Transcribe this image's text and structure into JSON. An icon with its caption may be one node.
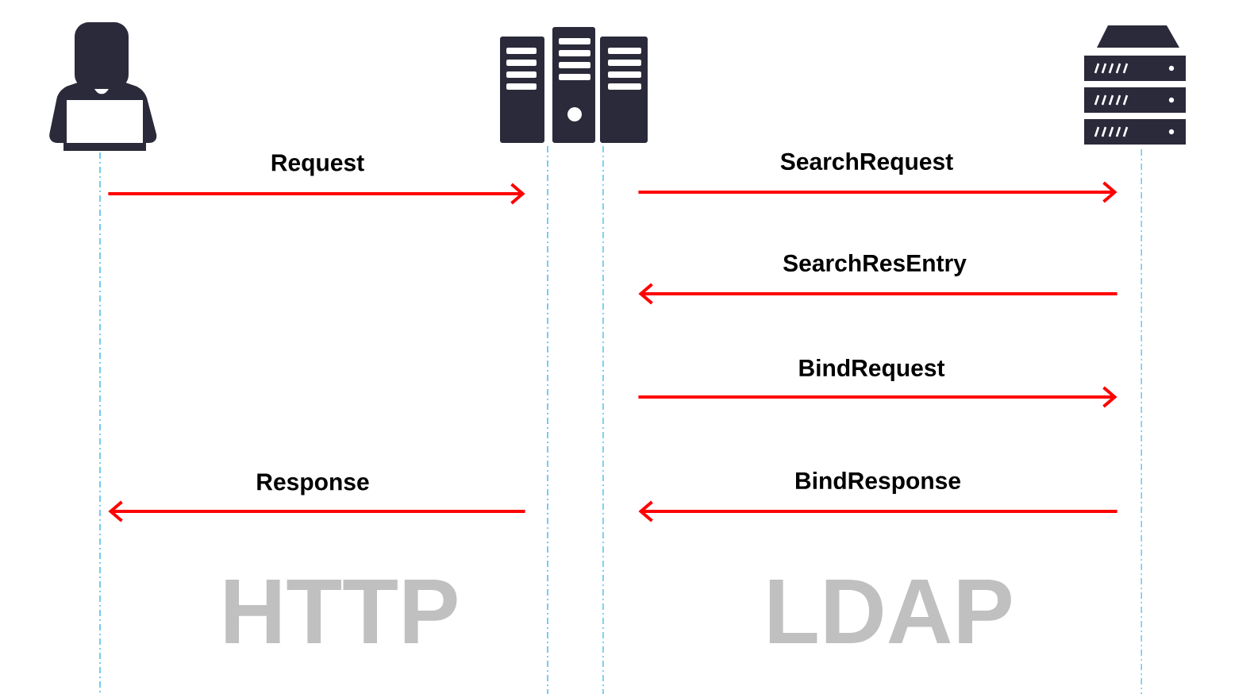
{
  "diagram": {
    "nodes": [
      {
        "text": [],
        "shape": "person"
      },
      {
        "text": [],
        "shape": "picture"
      },
      {
        "text": [],
        "shape": "picture"
      }
    ],
    "edges": [
      {
        "from": 0,
        "to": 1,
        "arrow": "to",
        "label": "Request"
      },
      {
        "from": 1,
        "to": 2,
        "arrow": "to",
        "label": "SearchRequest"
      },
      {
        "from": 2,
        "to": 1,
        "arrow": "to",
        "label": "SearchResEntry"
      },
      {
        "from": 1,
        "to": 2,
        "arrow": "to",
        "label": "BindRequest"
      },
      {
        "from": 2,
        "to": 1,
        "arrow": "to",
        "label": "BindResponse"
      },
      {
        "from": 1,
        "to": 0,
        "arrow": "to",
        "label": "Response"
      }
    ],
    "labels": [
      "HTTP",
      "LDAP"
    ]
  }
}
